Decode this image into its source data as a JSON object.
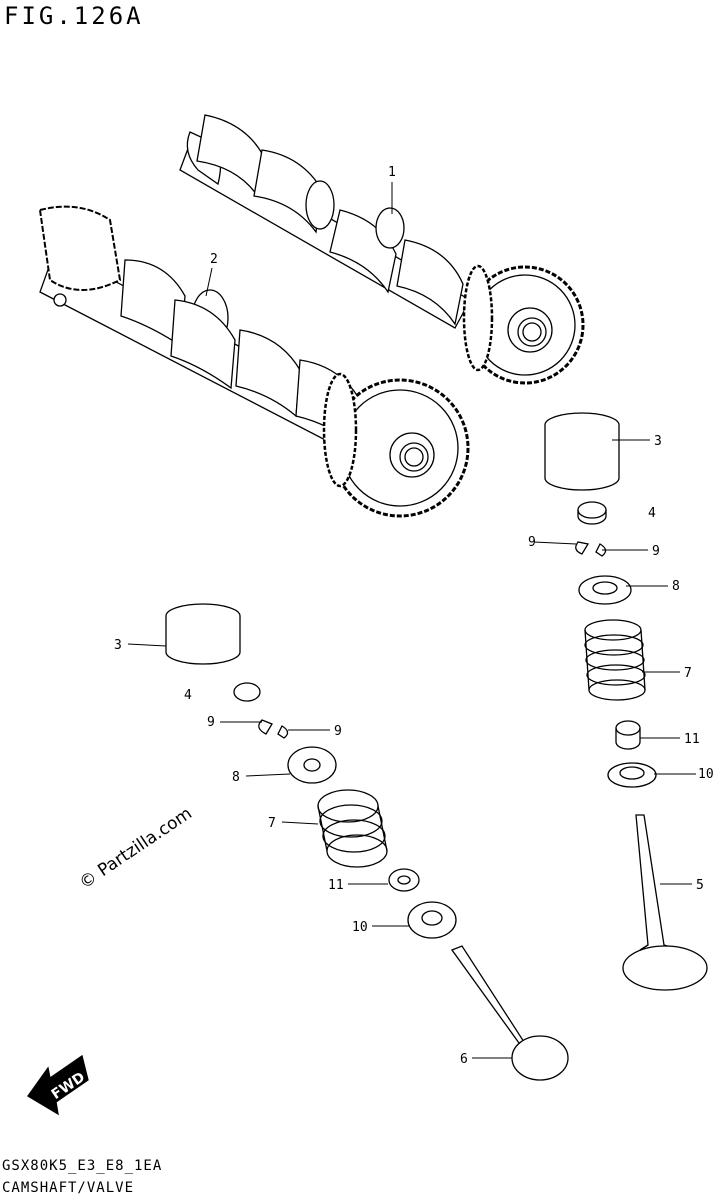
{
  "header": {
    "figure_title": "FIG.126A"
  },
  "footer": {
    "model_code": "GSX80K5_E3_E8_1EA",
    "section_name": "CAMSHAFT/VALVE"
  },
  "watermark": {
    "text": "© Partzilla.com"
  },
  "fwd_arrow": {
    "label": "FWD"
  },
  "callouts": {
    "c1": "1",
    "c2": "2",
    "c3a": "3",
    "c4a": "4",
    "c9a": "9",
    "c9b": "9",
    "c8a": "8",
    "c7a": "7",
    "c11a": "11",
    "c10a": "10",
    "c5": "5",
    "c3b": "3",
    "c4b": "4",
    "c9c": "9",
    "c9d": "9",
    "c8b": "8",
    "c7b": "7",
    "c11b": "11",
    "c10b": "10",
    "c6": "6"
  },
  "colors": {
    "line": "#000000",
    "background": "#ffffff"
  }
}
